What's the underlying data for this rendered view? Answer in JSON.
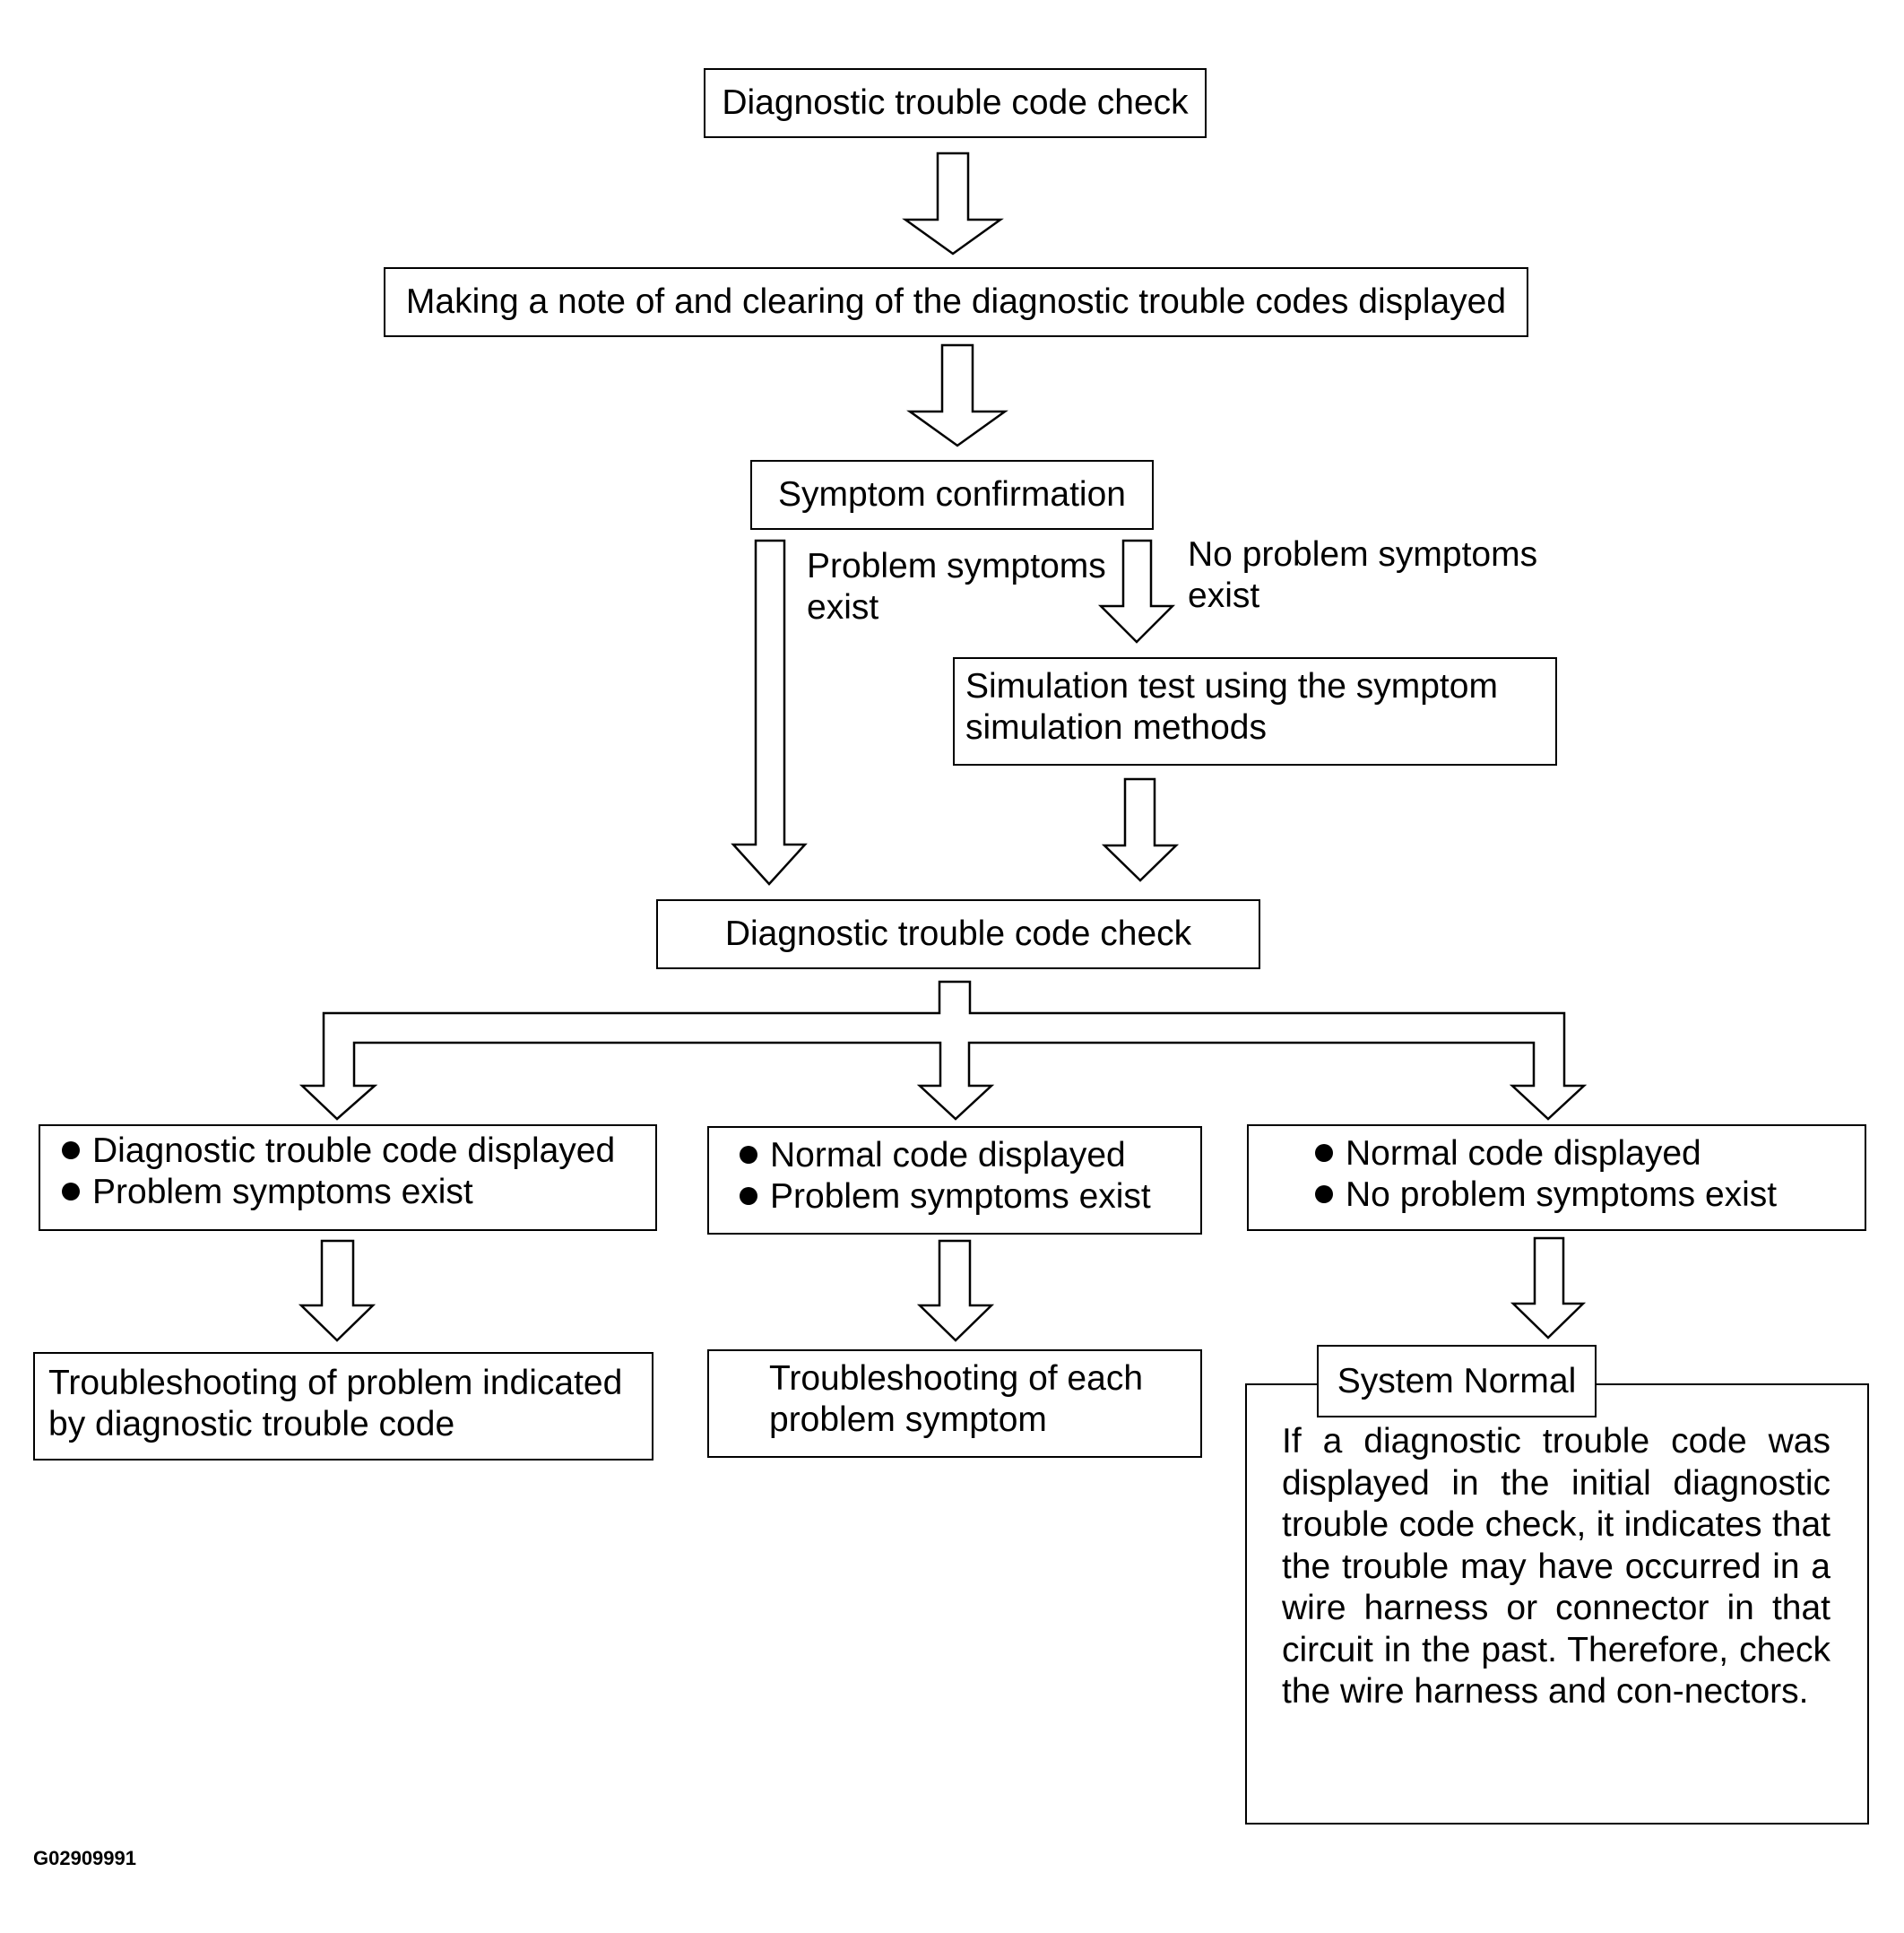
{
  "nodes": {
    "dtc_check_initial": "Diagnostic trouble code check",
    "note_and_clear": "Making a note of and clearing of the diagnostic trouble codes displayed",
    "symptom_confirmation": "Symptom confirmation",
    "simulation_test": [
      "Simulation test using the symptom",
      "simulation methods"
    ],
    "dtc_check_second": "Diagnostic trouble code check",
    "branch_left": [
      "Diagnostic trouble code displayed",
      "Problem symptoms exist"
    ],
    "branch_middle": [
      "Normal code displayed",
      "Problem symptoms exist"
    ],
    "branch_right": [
      "Normal code displayed",
      "No problem symptoms exist"
    ],
    "result_left": [
      "Troubleshooting of problem indicated",
      "by diagnostic trouble code"
    ],
    "result_middle": [
      "Troubleshooting of each",
      "problem symptom"
    ],
    "system_normal_title": "System Normal",
    "system_normal_note": "If a diagnostic trouble code was displayed in the initial diagnostic trouble code check, it indicates that the trouble may have occurred in a wire harness or connector in that circuit in the past. Therefore, check the wire harness and con-nectors."
  },
  "edge_labels": {
    "problem_symptoms_exist": [
      "Problem symptoms",
      "exist"
    ],
    "no_problem_symptoms_exist": [
      "No problem symptoms",
      "exist"
    ]
  },
  "figure_id": "G02909991"
}
